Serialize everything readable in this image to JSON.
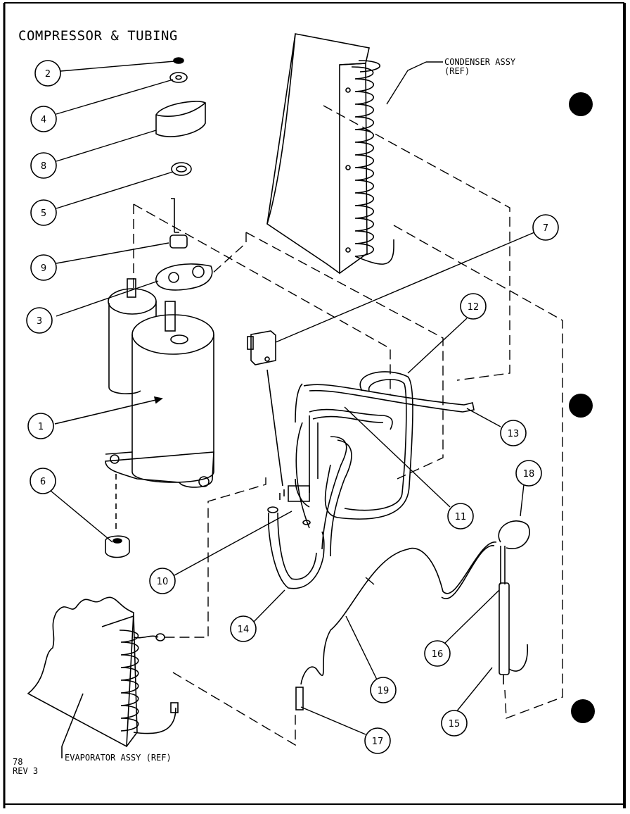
{
  "title": "COMPRESSOR & TUBING",
  "condenser_label_line1": "CONDENSER ASSY",
  "condenser_label_line2": "(REF)",
  "evaporator_label": "EVAPORATOR ASSY (REF)",
  "page_number": "78",
  "revision": "REV 3",
  "callouts": {
    "c1": "1",
    "c2": "2",
    "c3": "3",
    "c4": "4",
    "c5": "5",
    "c6": "6",
    "c7": "7",
    "c8": "8",
    "c9": "9",
    "c10": "10",
    "c11": "11",
    "c12": "12",
    "c13": "13",
    "c14": "14",
    "c15": "15",
    "c16": "16",
    "c17": "17",
    "c18": "18",
    "c19": "19"
  }
}
